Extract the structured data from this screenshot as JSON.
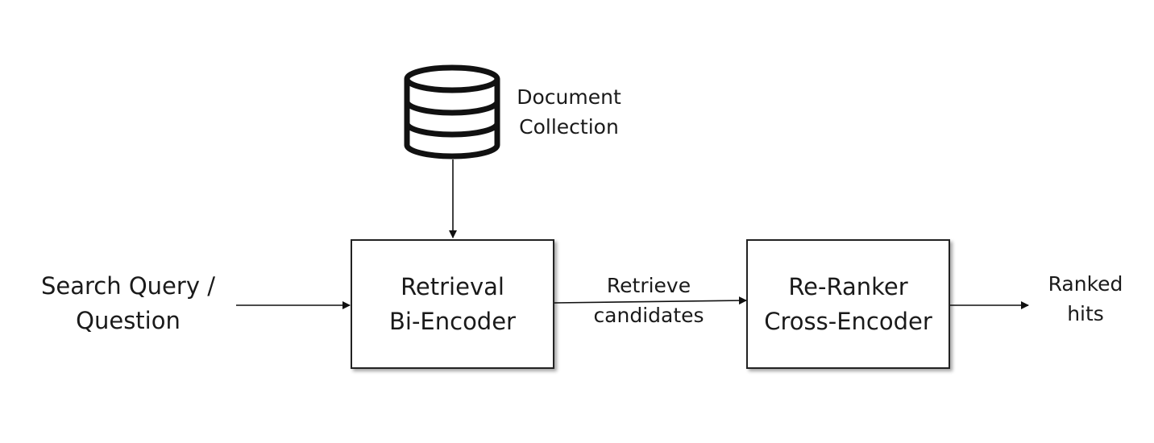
{
  "query": {
    "line1": "Search Query /",
    "line2": "Question"
  },
  "collection": {
    "line1": "Document",
    "line2": "Collection",
    "icon": "database-icon"
  },
  "retrieval_box": {
    "line1": "Retrieval",
    "line2": "Bi-Encoder"
  },
  "retrieve_edge": {
    "line1": "Retrieve",
    "line2": "candidates"
  },
  "reranker_box": {
    "line1": "Re-Ranker",
    "line2": "Cross-Encoder"
  },
  "output": {
    "line1": "Ranked",
    "line2": "hits"
  }
}
